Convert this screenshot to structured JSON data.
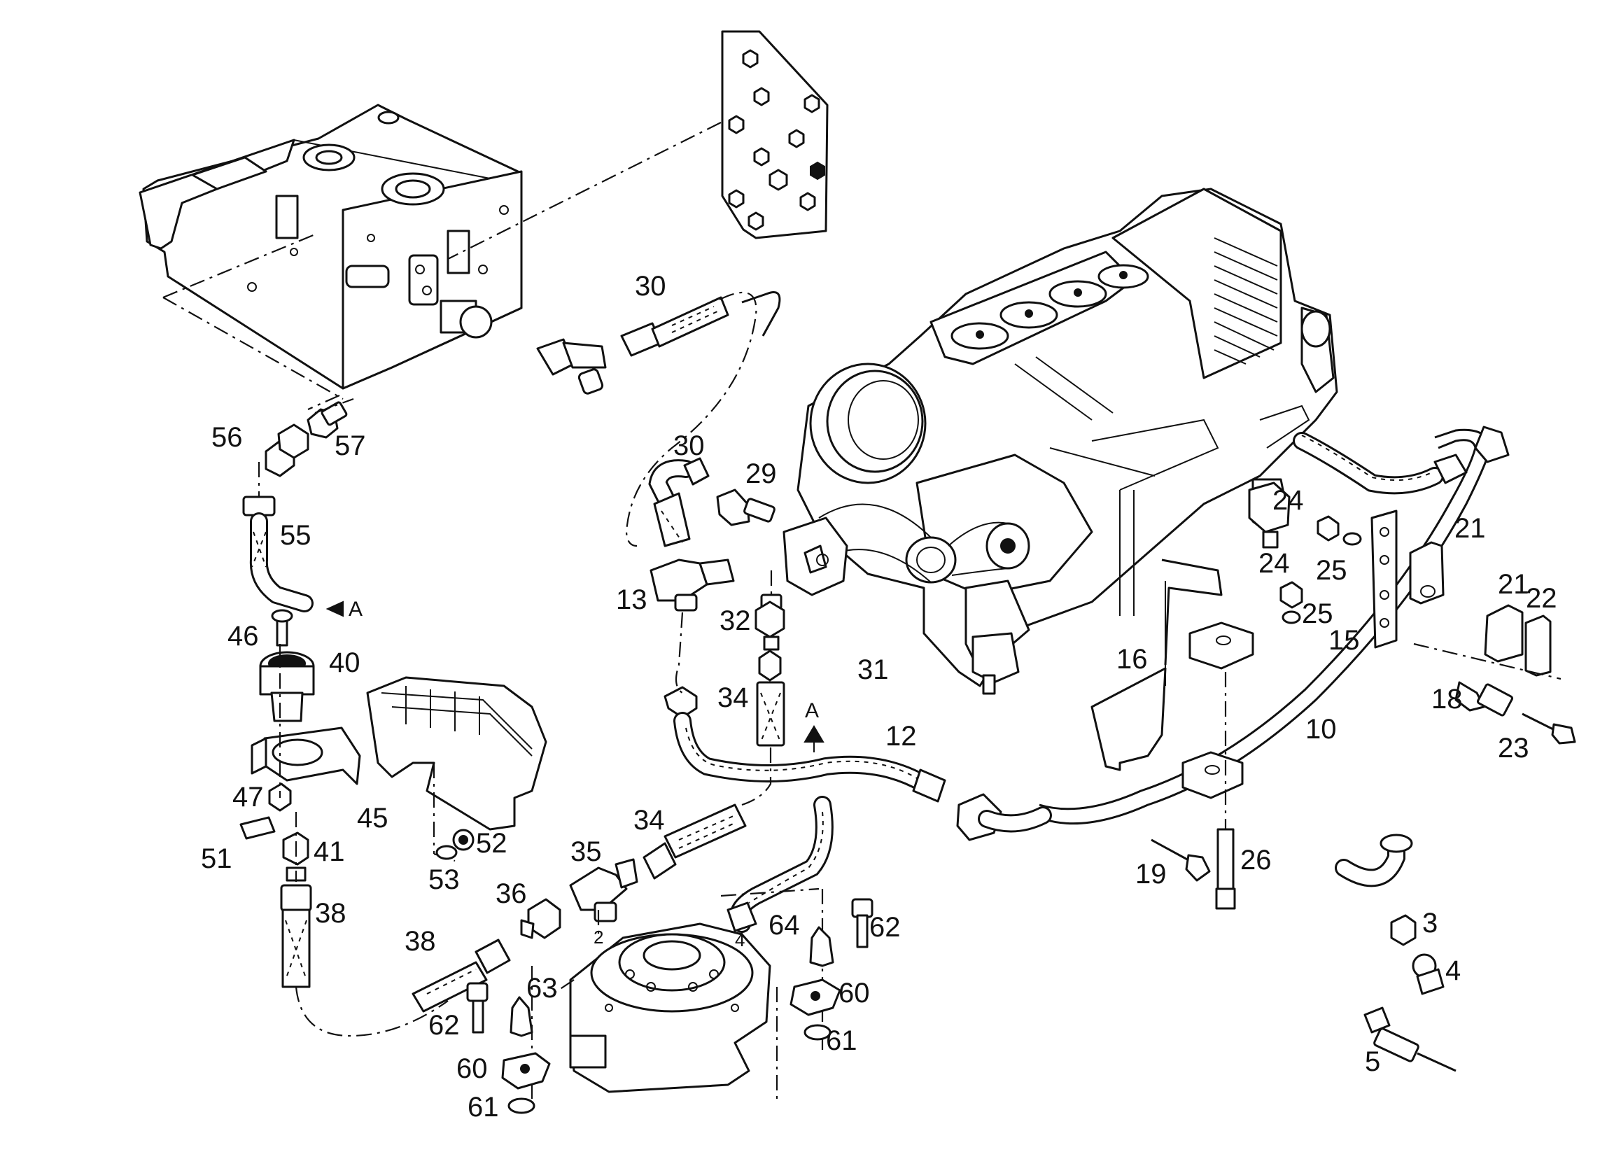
{
  "callouts": {
    "c2": "2",
    "c3": "3",
    "c4": "4",
    "c4b": "4",
    "c5": "5",
    "c10": "10",
    "c12": "12",
    "c13": "13",
    "c15": "15",
    "c16": "16",
    "c18": "18",
    "c19": "19",
    "c21a": "21",
    "c21b": "21",
    "c22": "22",
    "c23": "23",
    "c24a": "24",
    "c24b": "24",
    "c25a": "25",
    "c25b": "25",
    "c26": "26",
    "c29": "29",
    "c30a": "30",
    "c30b": "30",
    "c31": "31",
    "c32": "32",
    "c34a": "34",
    "c34b": "34",
    "c35": "35",
    "c36": "36",
    "c38a": "38",
    "c38b": "38",
    "c40": "40",
    "c41": "41",
    "c45": "45",
    "c46": "46",
    "c47": "47",
    "c51": "51",
    "c52": "52",
    "c53": "53",
    "c55": "55",
    "c56": "56",
    "c57": "57",
    "c60a": "60",
    "c60b": "60",
    "c61a": "61",
    "c61b": "61",
    "c62a": "62",
    "c62b": "62",
    "c63": "63",
    "c64": "64"
  },
  "markers": {
    "a1": "A",
    "a2": "A"
  }
}
